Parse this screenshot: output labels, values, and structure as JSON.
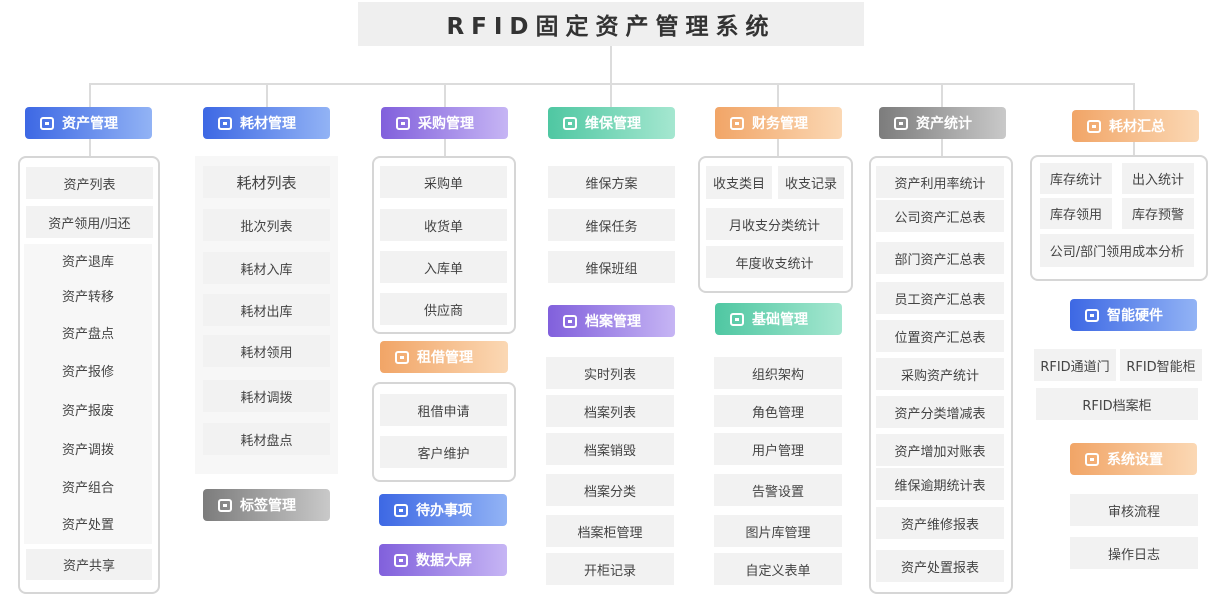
{
  "title": "RFID固定资产管理系统",
  "colors": {
    "blue": "#3d68e4",
    "purple": "#8160dc",
    "teal": "#4fc7a2",
    "orange": "#f1a567",
    "gray": "#7c7c7c"
  },
  "modules": {
    "asset_mgmt": {
      "label": "资产管理",
      "items": [
        "资产列表",
        "资产领用/归还",
        "资产退库",
        "资产转移",
        "资产盘点",
        "资产报修",
        "资产报废",
        "资产调拨",
        "资产组合",
        "资产处置",
        "资产共享"
      ]
    },
    "consumable_mgmt": {
      "label": "耗材管理",
      "items": [
        "耗材列表",
        "批次列表",
        "耗材入库",
        "耗材出库",
        "耗材领用",
        "耗材调拨",
        "耗材盘点"
      ]
    },
    "label_mgmt": {
      "label": "标签管理"
    },
    "purchase_mgmt": {
      "label": "采购管理",
      "items": [
        "采购单",
        "收货单",
        "入库单",
        "供应商"
      ]
    },
    "lease_mgmt": {
      "label": "租借管理",
      "items": [
        "租借申请",
        "客户维护"
      ]
    },
    "todo": {
      "label": "待办事项"
    },
    "dashboard": {
      "label": "数据大屏"
    },
    "maintenance_mgmt": {
      "label": "维保管理",
      "items": [
        "维保方案",
        "维保任务",
        "维保班组"
      ]
    },
    "archive_mgmt": {
      "label": "档案管理",
      "items": [
        "实时列表",
        "档案列表",
        "档案销毁",
        "档案分类",
        "档案柜管理",
        "开柜记录"
      ]
    },
    "finance_mgmt": {
      "label": "财务管理",
      "items": [
        "收支类目",
        "收支记录",
        "月收支分类统计",
        "年度收支统计"
      ]
    },
    "basic_mgmt": {
      "label": "基础管理",
      "items": [
        "组织架构",
        "角色管理",
        "用户管理",
        "告警设置",
        "图片库管理",
        "自定义表单"
      ]
    },
    "asset_stats": {
      "label": "资产统计",
      "items": [
        "资产利用率统计",
        "公司资产汇总表",
        "部门资产汇总表",
        "员工资产汇总表",
        "位置资产汇总表",
        "采购资产统计",
        "资产分类增减表",
        "资产增加对账表",
        "维保逾期统计表",
        "资产维修报表",
        "资产处置报表"
      ]
    },
    "consumable_summary": {
      "label": "耗材汇总",
      "items": [
        "库存统计",
        "出入统计",
        "库存领用",
        "库存预警",
        "公司/部门领用成本分析"
      ]
    },
    "smart_hw": {
      "label": "智能硬件",
      "items": [
        "RFID通道门",
        "RFID智能柜",
        "RFID档案柜"
      ]
    },
    "system_settings": {
      "label": "系统设置",
      "items": [
        "审核流程",
        "操作日志"
      ]
    }
  }
}
